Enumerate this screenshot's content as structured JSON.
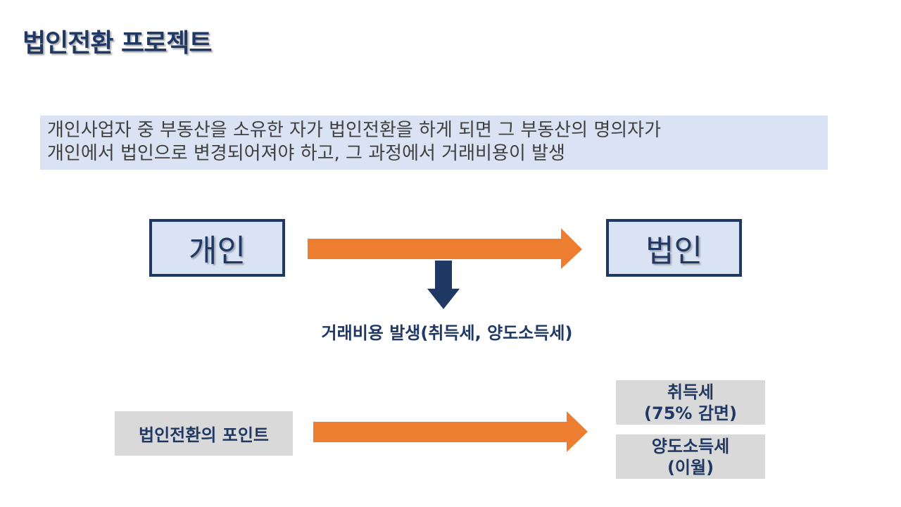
{
  "title": "법인전환 프로젝트",
  "description": {
    "line1": "개인사업자 중 부동산을 소유한 자가 법인전환을 하게 되면 그 부동산의 명의자가",
    "line2": "개인에서 법인으로 변경되어져야 하고, 그 과정에서 거래비용이 발생"
  },
  "flow": {
    "from_label": "개인",
    "to_label": "법인",
    "cost_label": "거래비용 발생(취득세, 양도소득세)"
  },
  "point": {
    "label": "법인전환의 포인트"
  },
  "taxes": [
    {
      "name": "취득세",
      "detail": "(75% 감면)"
    },
    {
      "name": "양도소득세",
      "detail": "(이월)"
    }
  ],
  "colors": {
    "navy": "#1f3864",
    "light_blue": "#dae3f3",
    "orange": "#ed7d31",
    "gray": "#d9d9d9"
  }
}
